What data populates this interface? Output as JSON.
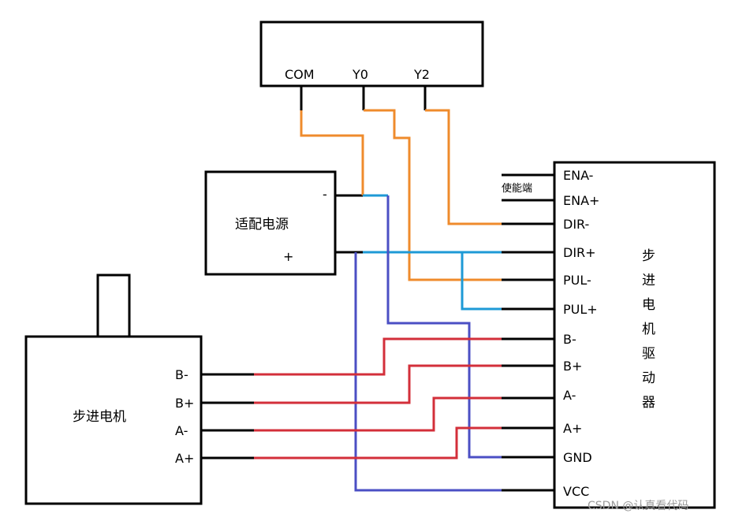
{
  "controller": {
    "pins": {
      "com": "COM",
      "y0": "Y0",
      "y2": "Y2"
    }
  },
  "power_supply": {
    "title": "适配电源",
    "minus": "-",
    "plus": "+"
  },
  "motor": {
    "title": "步进电机",
    "pins": [
      "B-",
      "B+",
      "A-",
      "A+"
    ]
  },
  "driver": {
    "title_chars": [
      "步",
      "进",
      "电",
      "机",
      "驱",
      "动",
      "器"
    ],
    "pins": [
      "ENA-",
      "ENA+",
      "DIR-",
      "DIR+",
      "PUL-",
      "PUL+",
      "B-",
      "B+",
      "A-",
      "A+",
      "GND",
      "VCC"
    ],
    "enable_label": "使能端"
  },
  "watermark": "CSDN @认真看代码",
  "colors": {
    "orange": "#ef8b2c",
    "blue": "#1e9ad6",
    "purple": "#4b4fc4",
    "red": "#d32f3a"
  }
}
